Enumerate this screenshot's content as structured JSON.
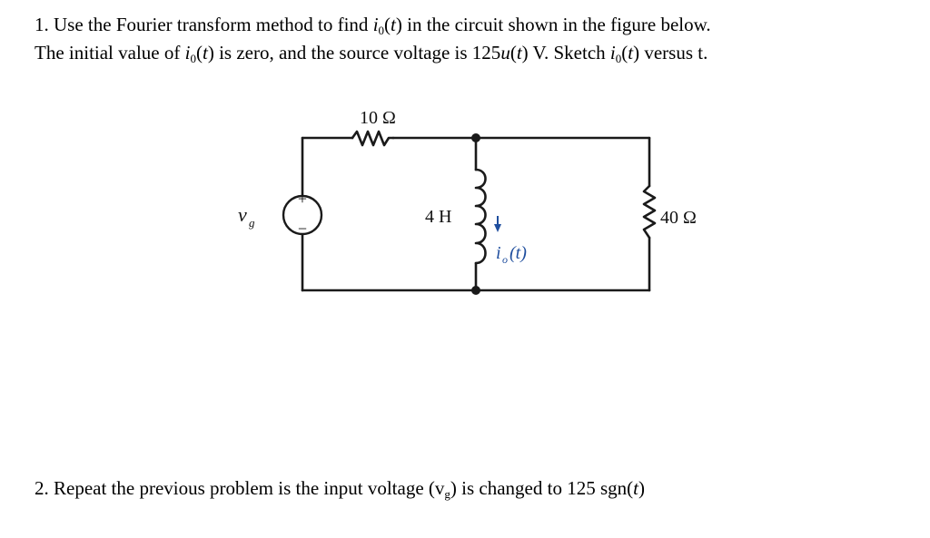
{
  "problem1": {
    "line1_prefix": "1. Use the Fourier transform method to find ",
    "line1_var_i": "i",
    "line1_var_sub": "0",
    "line1_var_arg_open": "(",
    "line1_var_t": "t",
    "line1_var_arg_close": ")",
    "line1_suffix": " in the circuit shown in the figure below.",
    "line2_a": "The initial value of ",
    "line2_var1_i": "i",
    "line2_var1_sub": "0",
    "line2_var1_arg_open": "(",
    "line2_var1_t": "t",
    "line2_var1_arg_close": ")",
    "line2_b": " is zero, and the source voltage is 125",
    "line2_u": "u",
    "line2_u_arg_open": "(",
    "line2_u_t": "t",
    "line2_u_arg_close": ")",
    "line2_c": " V. Sketch ",
    "line2_var2_i": "i",
    "line2_var2_sub": "0",
    "line2_var2_arg_open": "(",
    "line2_var2_t": "t",
    "line2_var2_arg_close": ")",
    "line2_d": " versus t."
  },
  "circuit": {
    "resistor_top_label": "10 Ω",
    "inductor_label": "4 H",
    "resistor_right_label": "40 Ω",
    "source_label_v": "v",
    "source_label_sub": "g",
    "source_plus": "+",
    "source_minus": "−",
    "current_label_i": "i",
    "current_label_sub": "o",
    "current_label_arg": "(t)",
    "current_color": "#1f4e9e"
  },
  "problem2": {
    "text_a": "2. Repeat the previous problem is the input voltage (v",
    "text_sub": "g",
    "text_b": ") is changed to 125 sgn(",
    "text_t": "t",
    "text_c": ")"
  }
}
